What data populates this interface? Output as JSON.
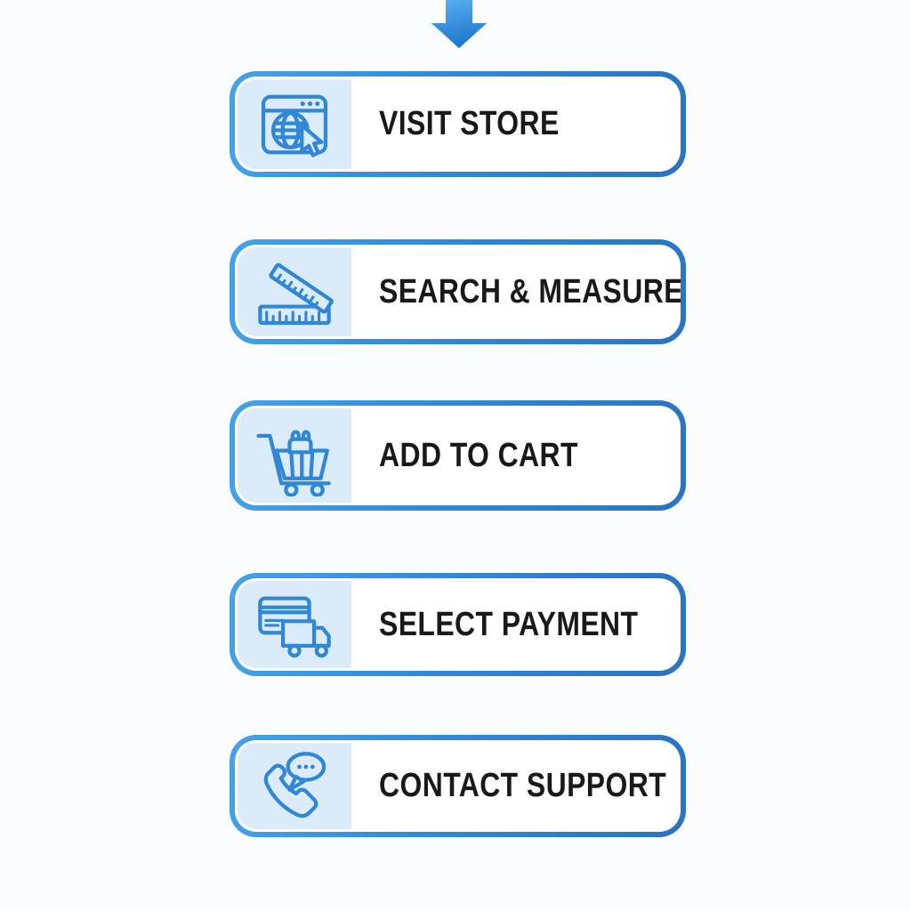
{
  "diagram": {
    "steps": [
      {
        "label": "VISIT STORE",
        "icon": "browser-globe-cursor-icon"
      },
      {
        "label": "SEARCH & MEASURE",
        "icon": "ruler-measure-icon"
      },
      {
        "label": "ADD TO CART",
        "icon": "shopping-cart-icon"
      },
      {
        "label": "SELECT PAYMENT",
        "icon": "credit-card-truck-icon"
      },
      {
        "label": "CONTACT SUPPORT",
        "icon": "phone-chat-icon"
      }
    ],
    "connector_icon": "down-arrow-icon"
  },
  "colors": {
    "border_gradient_start": "#44a3e9",
    "border_gradient_mid": "#2f8ad8",
    "border_gradient_end": "#2a73c1",
    "icon_panel_bg": "#dcebfa",
    "icon_stroke": "#2e87d7",
    "arrow_gradient_start": "#5bb0f2",
    "arrow_gradient_end": "#1f78cc",
    "label_color": "#191919",
    "box_bg": "#ffffff",
    "page_bg": "#fbfcfd"
  }
}
